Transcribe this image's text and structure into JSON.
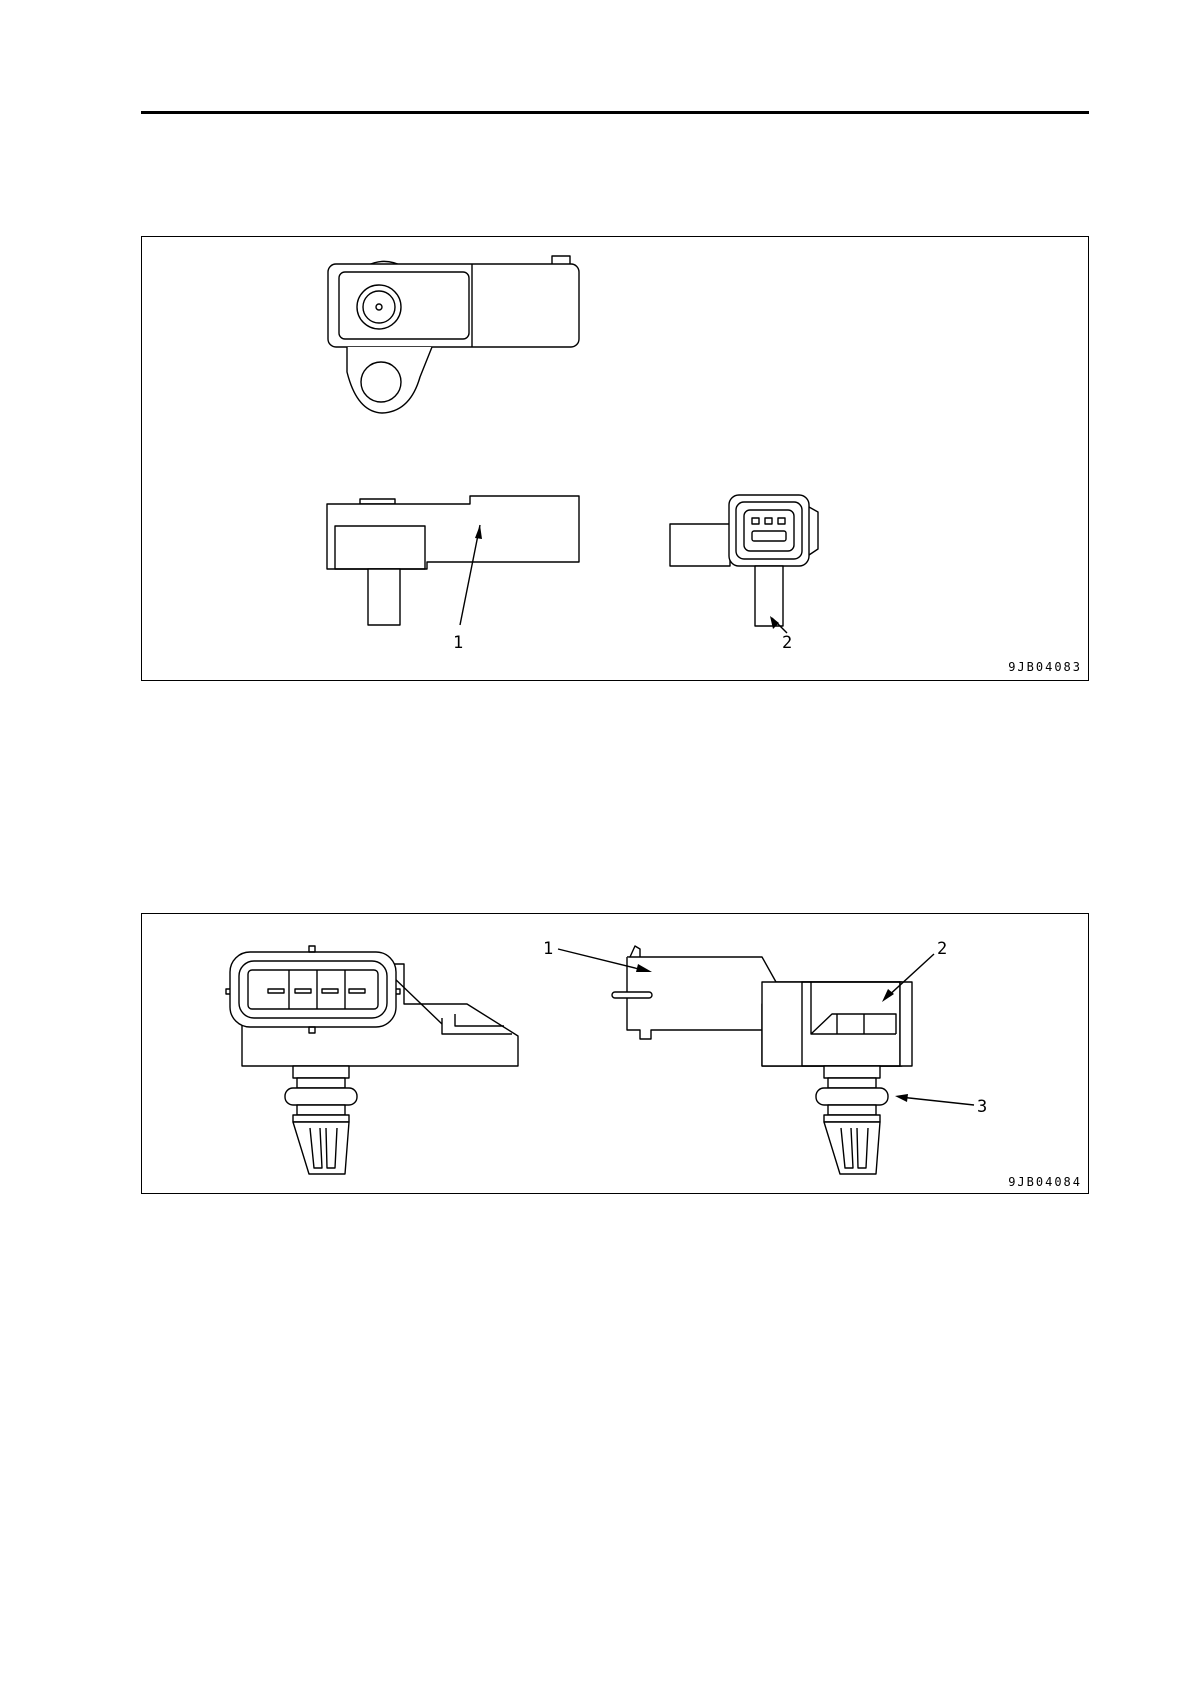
{
  "figures": [
    {
      "code": "9JB04083",
      "callouts": [
        "1",
        "2"
      ]
    },
    {
      "code": "9JB04084",
      "callouts": [
        "1",
        "2",
        "3"
      ]
    }
  ]
}
